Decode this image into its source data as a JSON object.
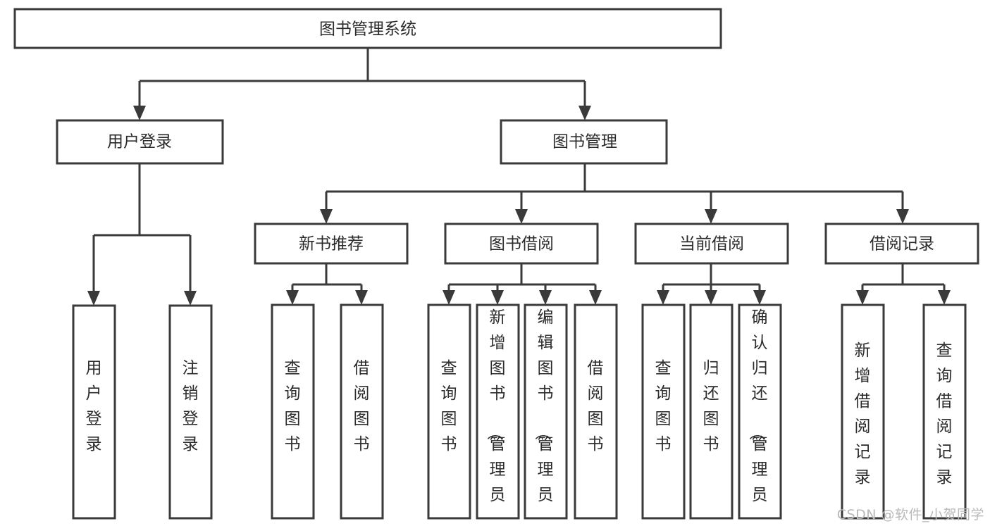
{
  "diagram": {
    "type": "tree",
    "title": "图书管理系统",
    "watermark": "CSDN @软件_小贺同学",
    "colors": {
      "box_stroke": "#3a3a3a",
      "box_fill": "#ffffff",
      "text": "#2b2b2b",
      "connector": "#3a3a3a",
      "watermark": "#b9b9b9",
      "background": "#ffffff"
    },
    "levels": {
      "root": {
        "label": "图书管理系统"
      },
      "level2": [
        {
          "label": "用户登录"
        },
        {
          "label": "图书管理"
        }
      ],
      "level3": [
        {
          "label": "新书推荐"
        },
        {
          "label": "图书借阅"
        },
        {
          "label": "当前借阅"
        },
        {
          "label": "借阅记录"
        }
      ],
      "leaves": [
        {
          "label": "用户登录",
          "parent": "用户登录"
        },
        {
          "label": "注销登录",
          "parent": "用户登录"
        },
        {
          "label": "查询图书",
          "parent": "新书推荐"
        },
        {
          "label": "借阅图书",
          "parent": "新书推荐"
        },
        {
          "label": "查询图书",
          "parent": "图书借阅"
        },
        {
          "label": "新增图书（管理员）",
          "parent": "图书借阅"
        },
        {
          "label": "编辑图书（管理员）",
          "parent": "图书借阅"
        },
        {
          "label": "借阅图书",
          "parent": "图书借阅"
        },
        {
          "label": "查询图书",
          "parent": "当前借阅"
        },
        {
          "label": "归还图书",
          "parent": "当前借阅"
        },
        {
          "label": "确认归还（管理员）",
          "parent": "当前借阅"
        },
        {
          "label": "新增借阅记录",
          "parent": "借阅记录"
        },
        {
          "label": "查询借阅记录",
          "parent": "借阅记录"
        }
      ]
    }
  }
}
